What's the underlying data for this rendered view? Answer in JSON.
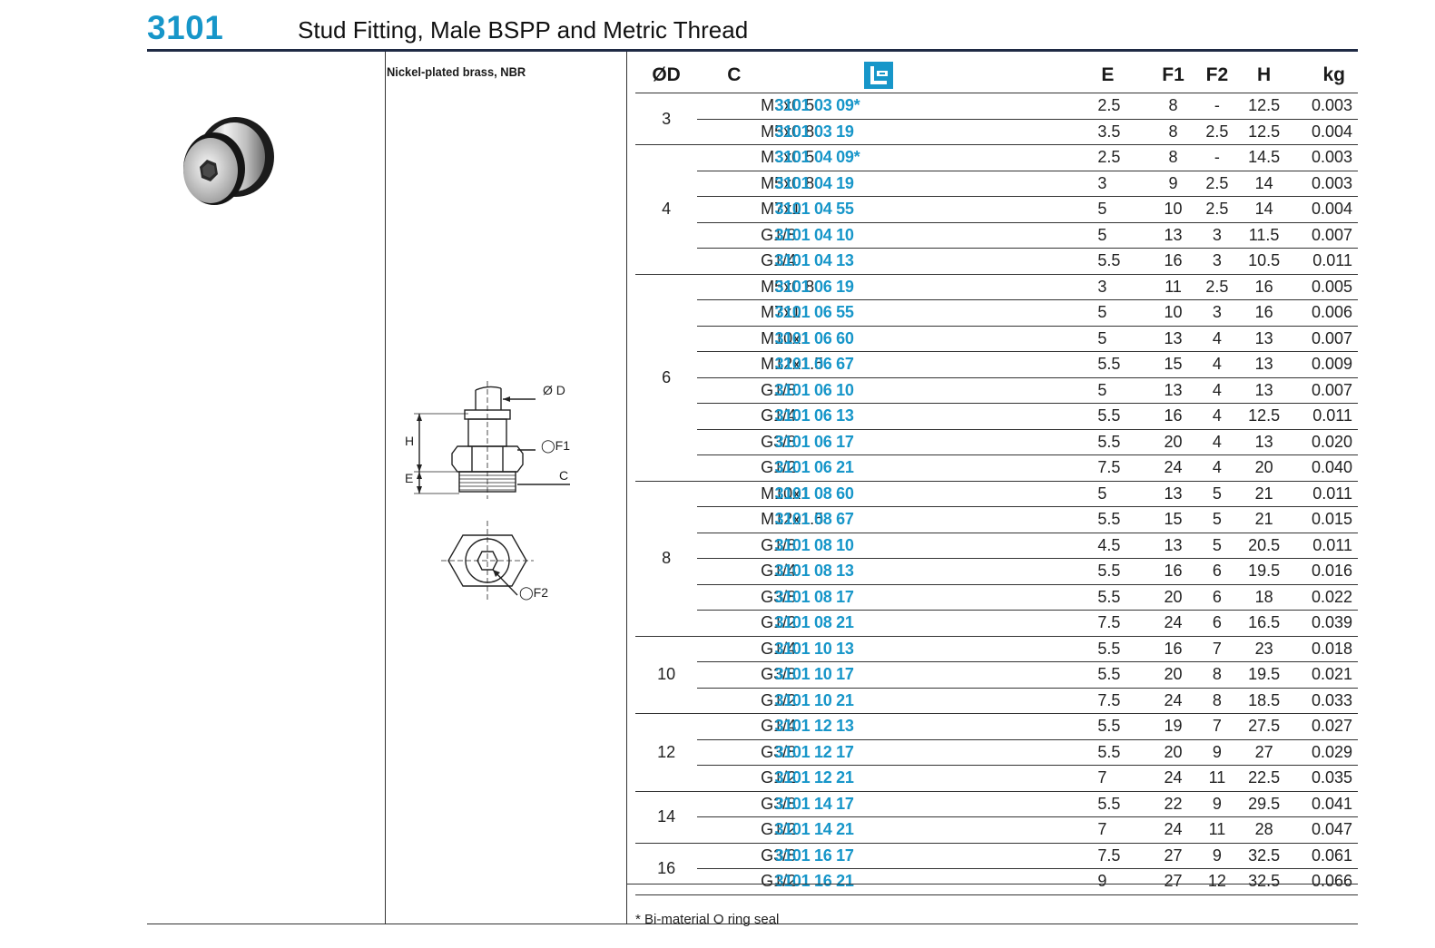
{
  "header": {
    "code": "3101",
    "title": "Stud Fitting, Male BSPP and Metric Thread"
  },
  "material": "Nickel-plated brass, NBR",
  "drawing_labels": {
    "d": "Ø D",
    "f1": "◯F1",
    "c": "C",
    "h": "H",
    "e": "E",
    "f2": "◯F2"
  },
  "table": {
    "headers": {
      "od": "ØD",
      "c": "C",
      "code_icon": "catalog-code-icon",
      "e": "E",
      "f1": "F1",
      "f2": "F2",
      "h": "H",
      "kg": "kg"
    },
    "groups": [
      {
        "od": "3",
        "rows": [
          {
            "c": "M3x0.5",
            "code": "3101 03 09*",
            "e": "2.5",
            "f1": "8",
            "f2": "-",
            "h": "12.5",
            "kg": "0.003"
          },
          {
            "c": "M5x0.8",
            "code": "3101 03 19",
            "e": "3.5",
            "f1": "8",
            "f2": "2.5",
            "h": "12.5",
            "kg": "0.004"
          }
        ]
      },
      {
        "od": "4",
        "rows": [
          {
            "c": "M3x0.5",
            "code": "3101 04 09*",
            "e": "2.5",
            "f1": "8",
            "f2": "-",
            "h": "14.5",
            "kg": "0.003"
          },
          {
            "c": "M5x0.8",
            "code": "3101 04 19",
            "e": "3",
            "f1": "9",
            "f2": "2.5",
            "h": "14",
            "kg": "0.003"
          },
          {
            "c": "M7x1",
            "code": "3101 04 55",
            "e": "5",
            "f1": "10",
            "f2": "2.5",
            "h": "14",
            "kg": "0.004"
          },
          {
            "c": "G1/8",
            "code": "3101 04 10",
            "e": "5",
            "f1": "13",
            "f2": "3",
            "h": "11.5",
            "kg": "0.007"
          },
          {
            "c": "G1/4",
            "code": "3101 04 13",
            "e": "5.5",
            "f1": "16",
            "f2": "3",
            "h": "10.5",
            "kg": "0.011"
          }
        ]
      },
      {
        "od": "6",
        "rows": [
          {
            "c": "M5x0.8",
            "code": "3101 06 19",
            "e": "3",
            "f1": "11",
            "f2": "2.5",
            "h": "16",
            "kg": "0.005"
          },
          {
            "c": "M7x1",
            "code": "3101 06 55",
            "e": "5",
            "f1": "10",
            "f2": "3",
            "h": "16",
            "kg": "0.006"
          },
          {
            "c": "M10x1",
            "code": "3101 06 60",
            "e": "5",
            "f1": "13",
            "f2": "4",
            "h": "13",
            "kg": "0.007"
          },
          {
            "c": "M12x1.5",
            "code": "3101 06 67",
            "e": "5.5",
            "f1": "15",
            "f2": "4",
            "h": "13",
            "kg": "0.009"
          },
          {
            "c": "G1/8",
            "code": "3101 06 10",
            "e": "5",
            "f1": "13",
            "f2": "4",
            "h": "13",
            "kg": "0.007"
          },
          {
            "c": "G1/4",
            "code": "3101 06 13",
            "e": "5.5",
            "f1": "16",
            "f2": "4",
            "h": "12.5",
            "kg": "0.011"
          },
          {
            "c": "G3/8",
            "code": "3101 06 17",
            "e": "5.5",
            "f1": "20",
            "f2": "4",
            "h": "13",
            "kg": "0.020"
          },
          {
            "c": "G1/2",
            "code": "3101 06 21",
            "e": "7.5",
            "f1": "24",
            "f2": "4",
            "h": "20",
            "kg": "0.040"
          }
        ]
      },
      {
        "od": "8",
        "rows": [
          {
            "c": "M10x1",
            "code": "3101 08 60",
            "e": "5",
            "f1": "13",
            "f2": "5",
            "h": "21",
            "kg": "0.011"
          },
          {
            "c": "M12x1.5",
            "code": "3101 08 67",
            "e": "5.5",
            "f1": "15",
            "f2": "5",
            "h": "21",
            "kg": "0.015"
          },
          {
            "c": "G1/8",
            "code": "3101 08 10",
            "e": "4.5",
            "f1": "13",
            "f2": "5",
            "h": "20.5",
            "kg": "0.011"
          },
          {
            "c": "G1/4",
            "code": "3101 08 13",
            "e": "5.5",
            "f1": "16",
            "f2": "6",
            "h": "19.5",
            "kg": "0.016"
          },
          {
            "c": "G3/8",
            "code": "3101 08 17",
            "e": "5.5",
            "f1": "20",
            "f2": "6",
            "h": "18",
            "kg": "0.022"
          },
          {
            "c": "G1/2",
            "code": "3101 08 21",
            "e": "7.5",
            "f1": "24",
            "f2": "6",
            "h": "16.5",
            "kg": "0.039"
          }
        ]
      },
      {
        "od": "10",
        "rows": [
          {
            "c": "G1/4",
            "code": "3101 10 13",
            "e": "5.5",
            "f1": "16",
            "f2": "7",
            "h": "23",
            "kg": "0.018"
          },
          {
            "c": "G3/8",
            "code": "3101 10 17",
            "e": "5.5",
            "f1": "20",
            "f2": "8",
            "h": "19.5",
            "kg": "0.021"
          },
          {
            "c": "G1/2",
            "code": "3101 10 21",
            "e": "7.5",
            "f1": "24",
            "f2": "8",
            "h": "18.5",
            "kg": "0.033"
          }
        ]
      },
      {
        "od": "12",
        "rows": [
          {
            "c": "G1/4",
            "code": "3101 12 13",
            "e": "5.5",
            "f1": "19",
            "f2": "7",
            "h": "27.5",
            "kg": "0.027"
          },
          {
            "c": "G3/8",
            "code": "3101 12 17",
            "e": "5.5",
            "f1": "20",
            "f2": "9",
            "h": "27",
            "kg": "0.029"
          },
          {
            "c": "G1/2",
            "code": "3101 12 21",
            "e": "7",
            "f1": "24",
            "f2": "11",
            "h": "22.5",
            "kg": "0.035"
          }
        ]
      },
      {
        "od": "14",
        "rows": [
          {
            "c": "G3/8",
            "code": "3101 14 17",
            "e": "5.5",
            "f1": "22",
            "f2": "9",
            "h": "29.5",
            "kg": "0.041"
          },
          {
            "c": "G1/2",
            "code": "3101 14 21",
            "e": "7",
            "f1": "24",
            "f2": "11",
            "h": "28",
            "kg": "0.047"
          }
        ]
      },
      {
        "od": "16",
        "rows": [
          {
            "c": "G3/8",
            "code": "3101 16 17",
            "e": "7.5",
            "f1": "27",
            "f2": "9",
            "h": "32.5",
            "kg": "0.061"
          },
          {
            "c": "G1/2",
            "code": "3101 16 21",
            "e": "9",
            "f1": "27",
            "f2": "12",
            "h": "32.5",
            "kg": "0.066"
          }
        ]
      }
    ]
  },
  "footnote": "* Bi-material O ring seal",
  "colors": {
    "accent": "#1796c9",
    "rule": "#1f2a44"
  }
}
